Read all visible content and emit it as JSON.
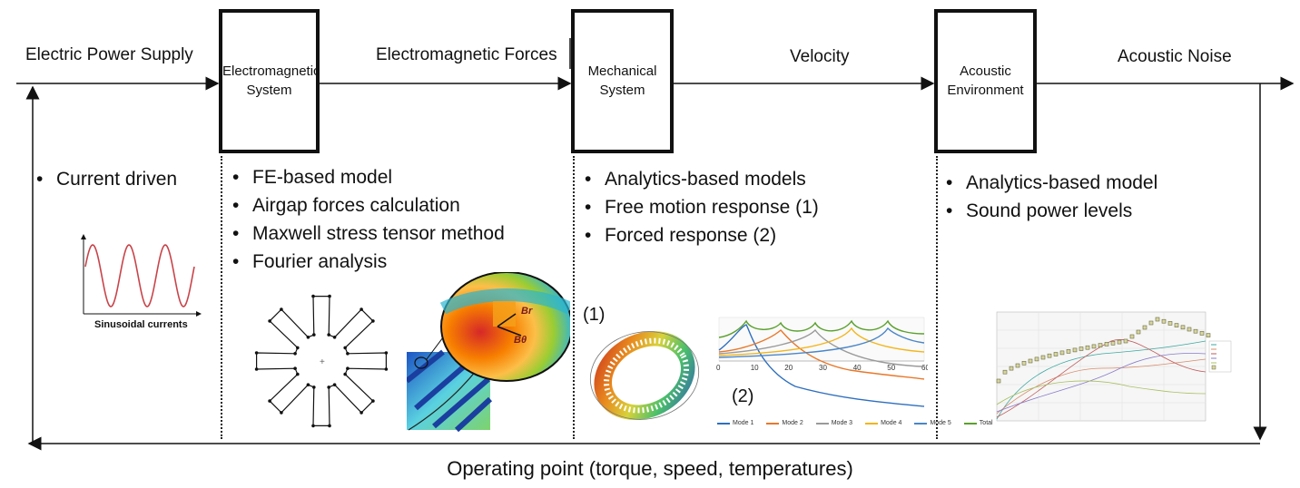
{
  "flow": {
    "input_label": "Electric Power Supply",
    "forces_label": "Electromagnetic Forces",
    "velocity_label": "Velocity",
    "output_label": "Acoustic Noise",
    "feedback_label": "Operating point (torque, speed, temperatures)"
  },
  "boxes": {
    "em": {
      "line1": "Electromagnetic",
      "line2": "System"
    },
    "mech": {
      "line1": "Mechanical",
      "line2": "System"
    },
    "acoustic": {
      "line1": "Acoustic",
      "line2": "Environment"
    }
  },
  "columns": {
    "supply": {
      "bullets": [
        "Current driven"
      ],
      "caption": "Sinusoidal currents"
    },
    "em": {
      "bullets": [
        "FE-based model",
        "Airgap forces calculation",
        "Maxwell stress tensor method",
        "Fourier analysis"
      ]
    },
    "mech": {
      "bullets": [
        "Analytics-based models",
        "Free motion response (1)",
        "Forced response (2)"
      ],
      "fig1_label": "(1)",
      "fig2_label": "(2)"
    },
    "acoustic": {
      "bullets": [
        "Analytics-based model",
        "Sound power levels"
      ]
    }
  },
  "mech_chart_legend": [
    {
      "label": "Mode 1",
      "color": "#2e6fbe"
    },
    {
      "label": "Mode 2",
      "color": "#e8782a"
    },
    {
      "label": "Mode 3",
      "color": "#9a9a9a"
    },
    {
      "label": "Mode 4",
      "color": "#f2b51a"
    },
    {
      "label": "Mode 5",
      "color": "#4a86c8"
    },
    {
      "label": "Total",
      "color": "#5aa02c"
    }
  ],
  "mech_chart_ticks": [
    "0",
    "10",
    "20",
    "30",
    "40",
    "50",
    "60"
  ],
  "field_labels": {
    "br": "Br",
    "btheta": "Bθ"
  }
}
